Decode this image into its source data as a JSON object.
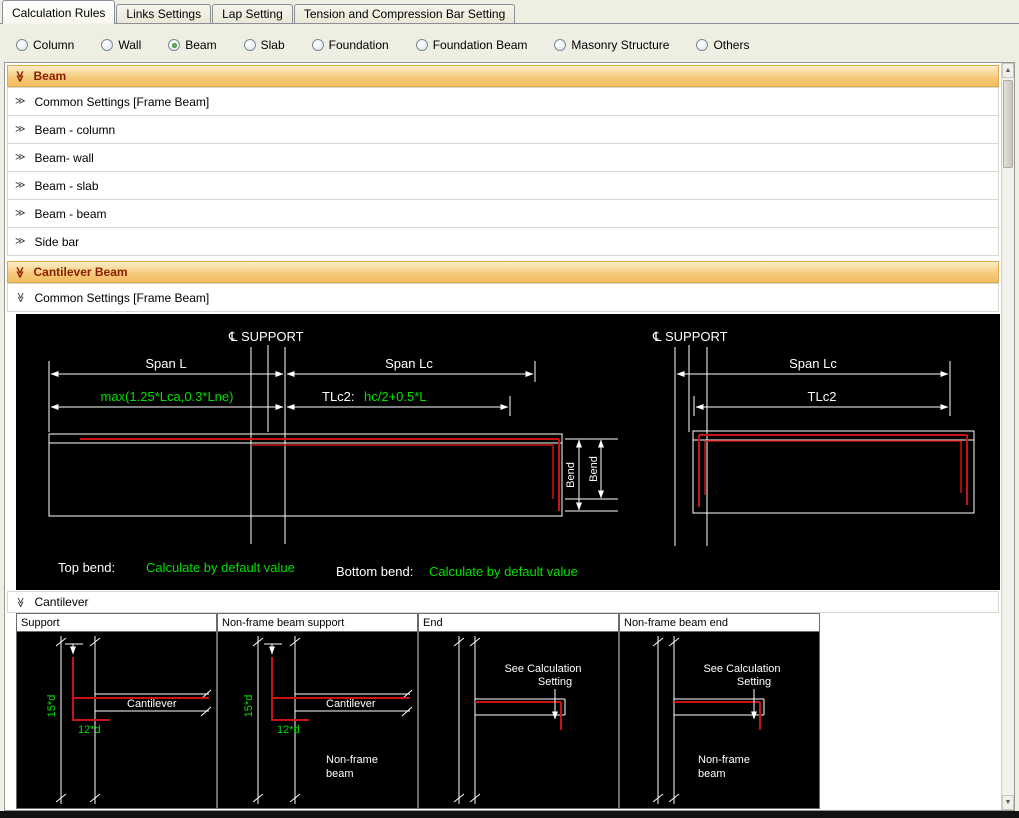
{
  "tabs": [
    {
      "label": "Calculation Rules",
      "active": true
    },
    {
      "label": "Links Settings",
      "active": false
    },
    {
      "label": "Lap Setting",
      "active": false
    },
    {
      "label": "Tension and Compression Bar Setting",
      "active": false
    }
  ],
  "categories": [
    {
      "label": "Column",
      "checked": false
    },
    {
      "label": "Wall",
      "checked": false
    },
    {
      "label": "Beam",
      "checked": true
    },
    {
      "label": "Slab",
      "checked": false
    },
    {
      "label": "Foundation",
      "checked": false
    },
    {
      "label": "Foundation Beam",
      "checked": false
    },
    {
      "label": "Masonry Structure",
      "checked": false
    },
    {
      "label": "Others",
      "checked": false
    }
  ],
  "icons": {
    "chevron_double": "≫",
    "scroll_up": "▲",
    "scroll_down": "▼"
  },
  "beam_section": {
    "title": "Beam",
    "rows": [
      "Common Settings [Frame Beam]",
      "Beam - column",
      "Beam- wall",
      "Beam - slab",
      "Beam - beam",
      "Side bar"
    ]
  },
  "cantilever_section": {
    "title": "Cantilever Beam",
    "common_settings_row": "Common Settings [Frame Beam]",
    "cantilever_row": "Cantilever"
  },
  "main_diagram": {
    "left": {
      "support_label": "℄ SUPPORT",
      "span_l": "Span L",
      "span_lc": "Span Lc",
      "formula_left": "max(1.25*Lca,0.3*Lne)",
      "tlc2_label": "TLc2:",
      "formula_right": "hc/2+0.5*L",
      "bend_top": "Bend",
      "bend_bottom": "Bend"
    },
    "right": {
      "support_label": "℄ SUPPORT",
      "span_lc": "Span Lc",
      "tlc2": "TLc2"
    },
    "top_bend_label": "Top bend:",
    "top_bend_value": "Calculate by default value",
    "bottom_bend_label": "Bottom bend:",
    "bottom_bend_value": "Calculate by default value"
  },
  "detail_panels": [
    {
      "title": "Support",
      "hook": "15*d",
      "foot": "12*d",
      "beam_label": "Cantilever"
    },
    {
      "title": "Non-frame beam support",
      "hook": "15*d",
      "foot": "12*d",
      "beam_label": "Cantilever",
      "member_line1": "Non-frame",
      "member_line2": "beam"
    },
    {
      "title": "End",
      "note_line1": "See Calculation",
      "note_line2": "Setting"
    },
    {
      "title": "Non-frame beam end",
      "note_line1": "See Calculation",
      "note_line2": "Setting",
      "member_line1": "Non-frame",
      "member_line2": "beam"
    }
  ],
  "colors": {
    "section_header_text": "#8a1f00",
    "annotation_green": "#00e000",
    "rebar_red": "#c81414"
  }
}
